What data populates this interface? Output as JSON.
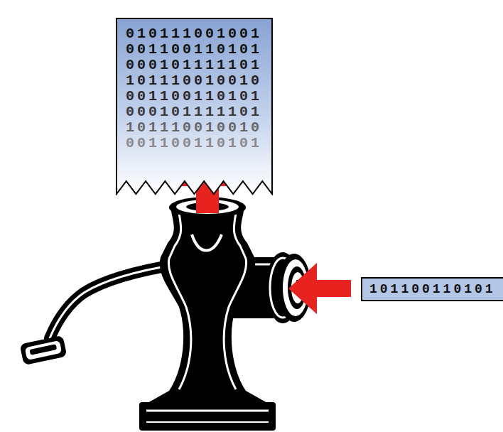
{
  "diagram": {
    "nodes": [
      {
        "text": [
          "010111001001",
          "001100110101",
          "000101111101",
          "101110010010",
          "001100110101",
          "000101111101",
          "101110010010",
          "001100110101"
        ]
      },
      {
        "text": [
          "101100110101"
        ]
      }
    ]
  }
}
